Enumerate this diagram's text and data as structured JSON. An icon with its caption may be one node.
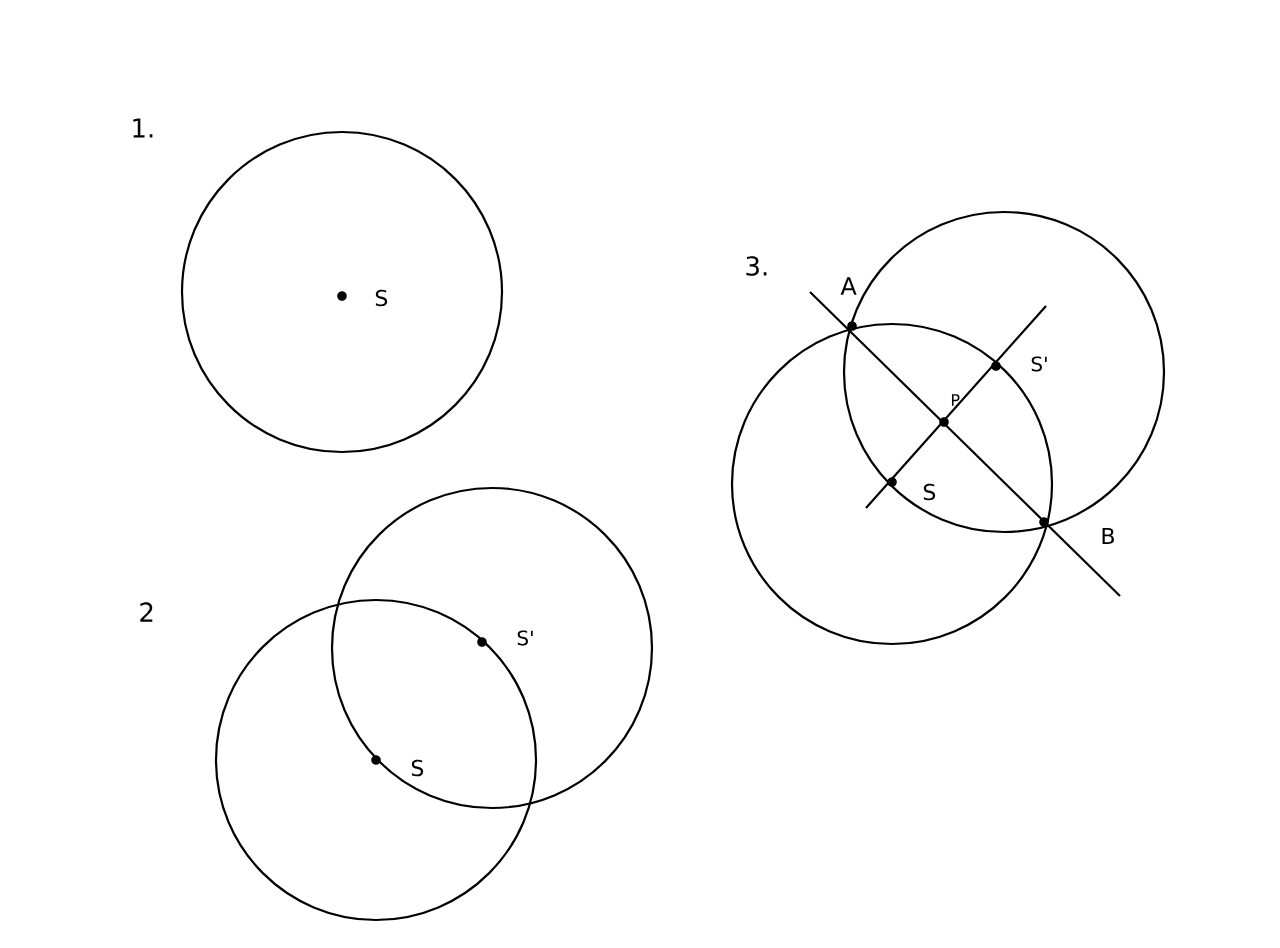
{
  "diagram": {
    "labels": [
      "1.",
      "S",
      "2",
      "S'",
      "S",
      "3.",
      "A",
      "S'",
      "P",
      "S",
      "B"
    ]
  }
}
